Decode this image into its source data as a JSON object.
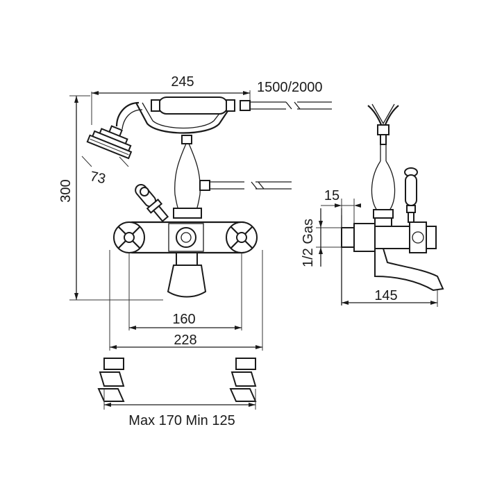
{
  "dimensions": {
    "width_top": "245",
    "hose_length": "1500/2000",
    "height": "300",
    "handshower_diameter": "73",
    "center_distance": "160",
    "overall_width": "228",
    "wall_offset": "15",
    "inlet_thread": "1/2 Gas",
    "spout_projection": "145",
    "adjust_range": "Max 170 Min 125"
  }
}
